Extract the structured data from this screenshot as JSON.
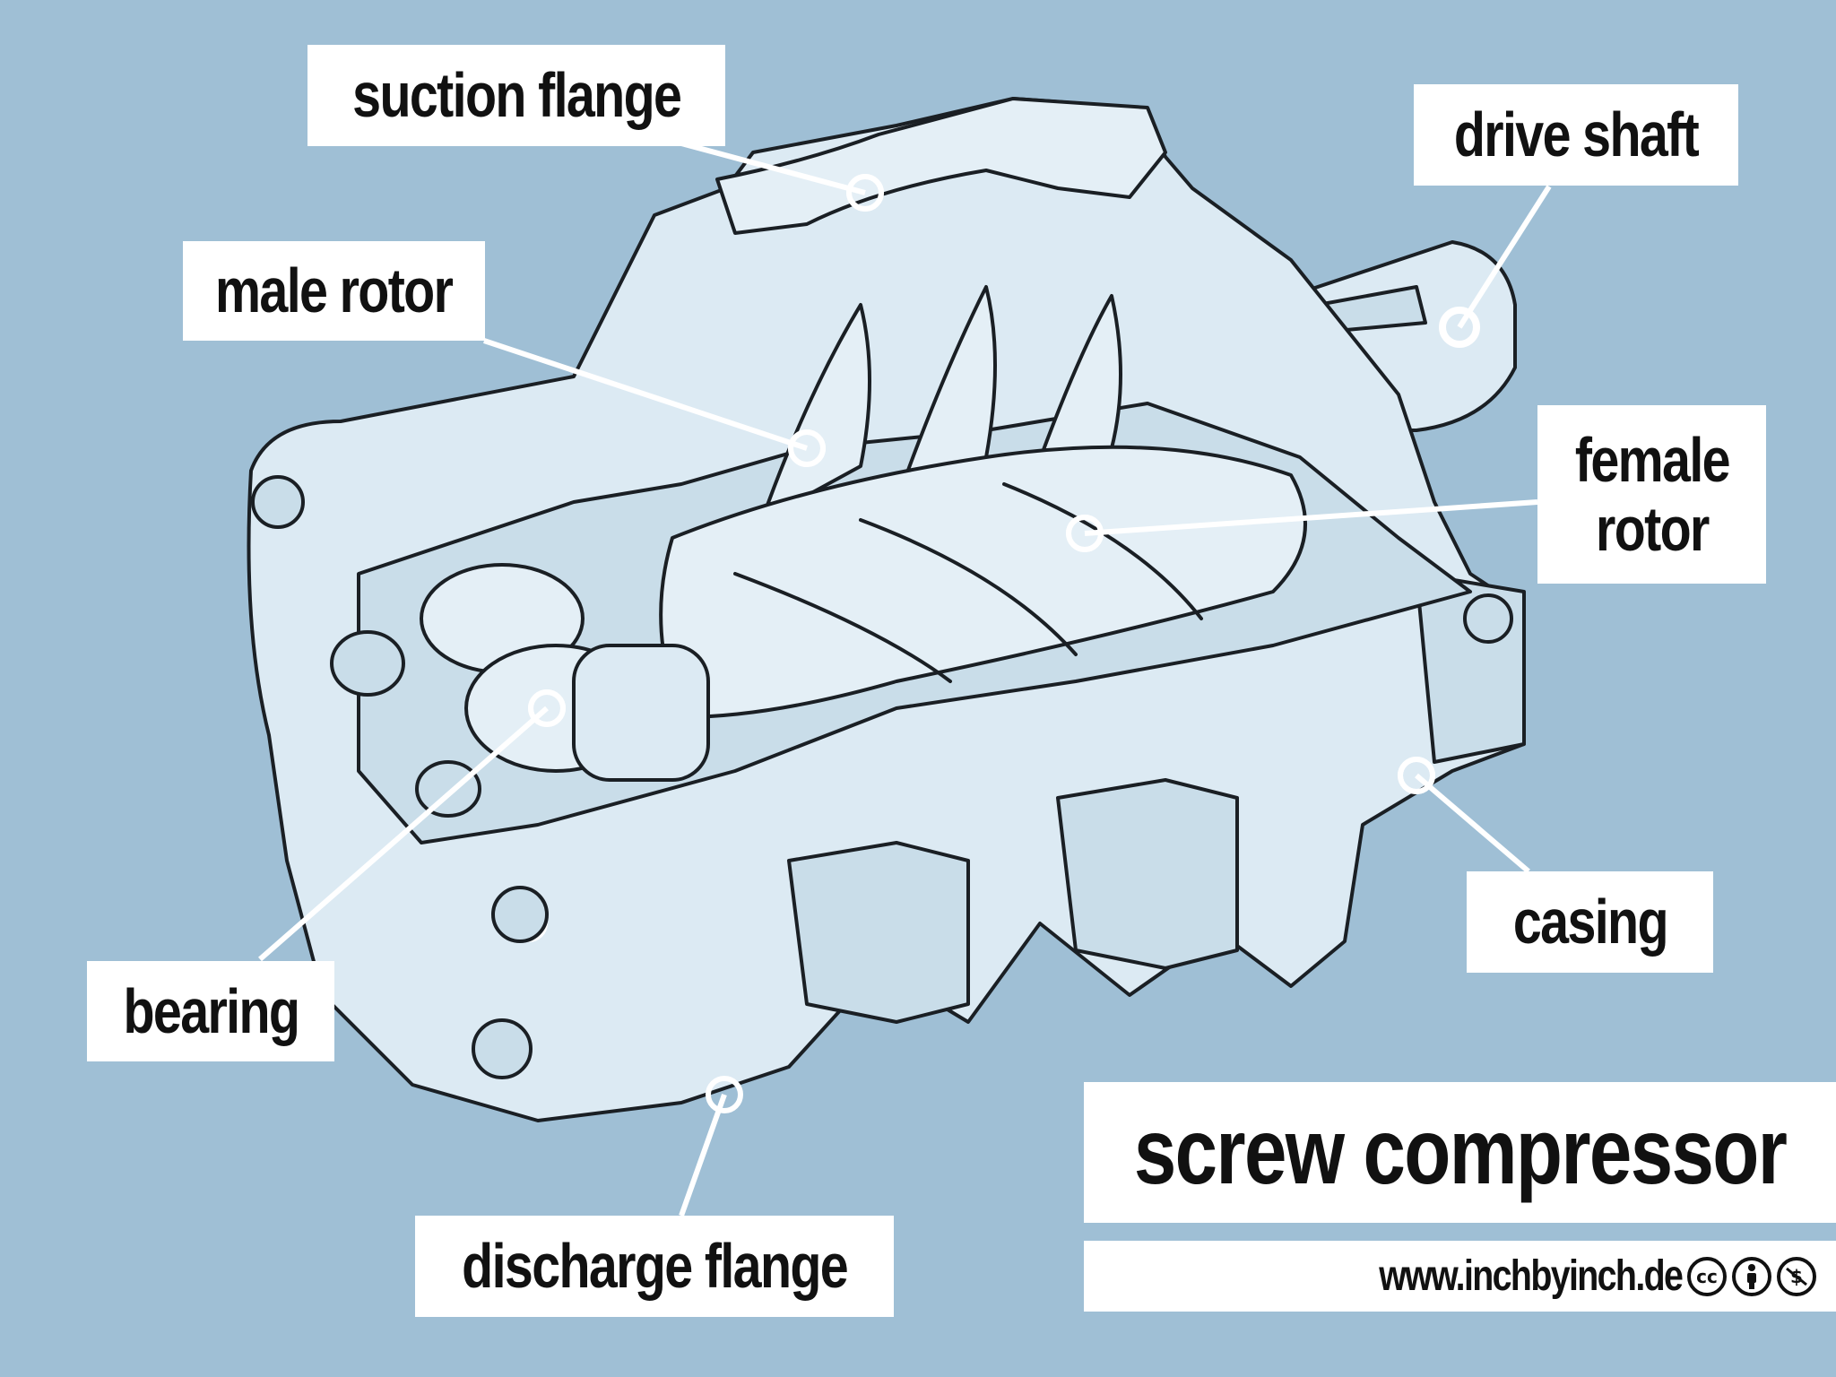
{
  "title": "screw compressor",
  "website": "www.inchbyinch.de",
  "license_icons": [
    "cc-icon",
    "by-attribution-icon",
    "non-commercial-icon"
  ],
  "labels": {
    "suction_flange": "suction flange",
    "drive_shaft": "drive shaft",
    "male_rotor": "male rotor",
    "female_rotor": "female\nrotor",
    "bearing": "bearing",
    "casing": "casing",
    "discharge_flange": "discharge flange"
  },
  "colors": {
    "background": "#9fbfd5",
    "body_fill": "#dceaf3",
    "outline": "#1a1f24",
    "label_bg": "#ffffff",
    "leader": "#ffffff"
  }
}
